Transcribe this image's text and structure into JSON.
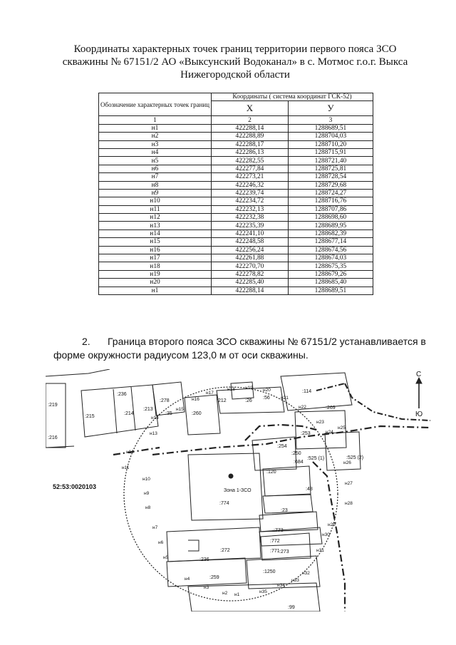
{
  "title": {
    "line1": "Координаты характерных точек границ территории первого пояса ЗСО",
    "line2": "скважины № 67151/2 АО «Выксунский Водоканал» в с. Мотмос  г.о.г. Выкса",
    "line3": "Нижегородской области"
  },
  "table": {
    "col1_header": "Обозначение характерных точек границ",
    "coords_header": "Координаты ( система координат ГСК-52)",
    "x_header": "X",
    "y_header": "У",
    "numbering": [
      "1",
      "2",
      "3"
    ],
    "rows": [
      [
        "н1",
        "422288,14",
        "1288689,51"
      ],
      [
        "н2",
        "422288,89",
        "1288704,03"
      ],
      [
        "н3",
        "422288,17",
        "1288710,20"
      ],
      [
        "н4",
        "422286,13",
        "1288715,91"
      ],
      [
        "н5",
        "422282,55",
        "1288721,40"
      ],
      [
        "н6",
        "422277,84",
        "1288725,81"
      ],
      [
        "н7",
        "422273,21",
        "1288728,54"
      ],
      [
        "н8",
        "422246,32",
        "1288729,68"
      ],
      [
        "н9",
        "422239,74",
        "1288724,27"
      ],
      [
        "н10",
        "422234,72",
        "1288716,76"
      ],
      [
        "н11",
        "422232,13",
        "1288707,86"
      ],
      [
        "н12",
        "422232,38",
        "1288698,60"
      ],
      [
        "н13",
        "422235,39",
        "1288689,95"
      ],
      [
        "н14",
        "422241,10",
        "1288682,39"
      ],
      [
        "н15",
        "422248,58",
        "1288677,14"
      ],
      [
        "н16",
        "422256,24",
        "1288674,56"
      ],
      [
        "н17",
        "422261,88",
        "1288674,03"
      ],
      [
        "н18",
        "422270,70",
        "1288675,35"
      ],
      [
        "н19",
        "422278,82",
        "1288679,26"
      ],
      [
        "н20",
        "422285,40",
        "1288685,40"
      ],
      [
        "н1",
        "422288,14",
        "1288689,51"
      ]
    ]
  },
  "paragraph": {
    "number": "2.",
    "line1": "Граница второго пояса ЗСО скважины № 67151/2 устанавливается в",
    "line2": "форме окружности радиусом 123,0 м от  оси скважины."
  },
  "map": {
    "description_labels": {
      "compass_north": "С",
      "compass_south": "Ю",
      "cadastral_block": "52:53:0020103",
      "zone_label": "Зона 1-ЗСО"
    },
    "parcels": [
      ":235",
      ":278",
      ":215",
      ":214",
      ":213",
      ":35",
      ":260",
      ":212",
      ":26",
      ":56",
      ":21",
      ":114",
      ":269",
      ":253",
      ":252",
      ":254",
      ":250",
      ":684",
      ":525 (1)",
      ":525 (2)",
      ":120",
      ":48",
      ":774",
      ":23",
      ":773",
      ":772",
      ":771",
      ":273",
      ":272",
      ":1250",
      ":259",
      ":99",
      ":216",
      ":219",
      ":236"
    ],
    "points": [
      "н1",
      "н2",
      "н3",
      "н4",
      "н5",
      "н6",
      "н7",
      "н8",
      "н9",
      "н10",
      "н11",
      "н12",
      "н13",
      "н14",
      "н15",
      "н16",
      "н17",
      "н18",
      "н19",
      "н20",
      "н21",
      "н22",
      "н23",
      "н24",
      "н25",
      "н26",
      "н27",
      "н28",
      "н29",
      "н30",
      "н31",
      "н32",
      "н33",
      "н34",
      "н35"
    ]
  }
}
